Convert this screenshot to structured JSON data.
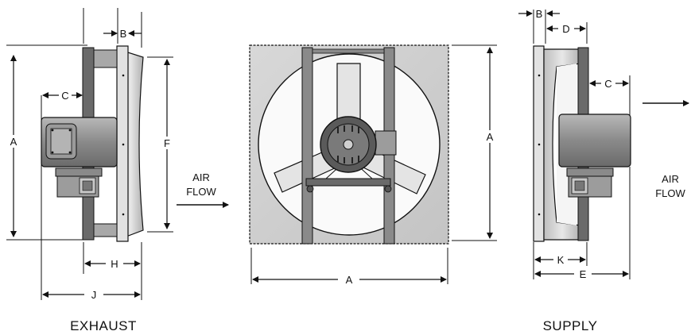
{
  "colors": {
    "line": "#111111",
    "frame_gray": "#9a9a9a",
    "panel_gray": "#cfcfcf",
    "motor_gray": "#8c8c8c",
    "motor_dark": "#4a4a4a",
    "blade_light": "#e6e6e6"
  },
  "exhaust": {
    "caption": "EXHAUST",
    "dims": {
      "a": "A",
      "b": "B",
      "c": "C",
      "f": "F",
      "h": "H",
      "j": "J"
    },
    "airflow": {
      "line1": "AIR",
      "line2": "FLOW"
    }
  },
  "front": {
    "dims": {
      "a_vertical": "A",
      "a_horizontal": "A"
    },
    "icons": [
      "motor-icon",
      "fan-blade-icon"
    ]
  },
  "supply": {
    "caption": "SUPPLY",
    "dims": {
      "a": "A",
      "b": "B",
      "c": "C",
      "d": "D",
      "e": "E",
      "k": "K"
    },
    "airflow": {
      "line1": "AIR",
      "line2": "FLOW"
    }
  }
}
